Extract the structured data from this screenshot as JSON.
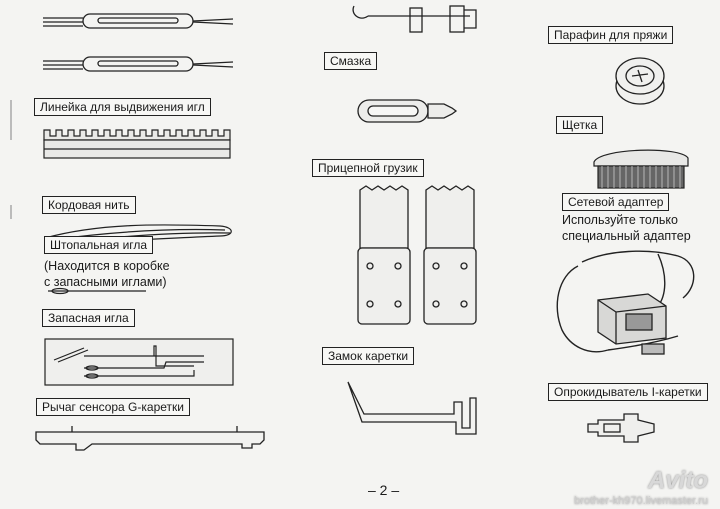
{
  "items": {
    "needle_pusher": "Линейка для выдвижения игл",
    "cord": "Кордовая нить",
    "darning_needle": "Штопальная игла",
    "darning_note_1": "(Находится в коробке",
    "darning_note_2": "с запасными иглами)",
    "spare_needle": "Запасная игла",
    "g_lever": "Рычаг сенсора G-каретки",
    "lubricant": "Смазка",
    "claw_weight": "Прицепной грузик",
    "carriage_lock": "Замок каретки",
    "paraffin": "Парафин для пряжи",
    "brush": "Щетка",
    "adapter": "Сетевой адаптер",
    "adapter_note_1": "Используйте только",
    "adapter_note_2": "специальный адаптер",
    "tipper": "Опрокидыватель I-каретки"
  },
  "page_number": "– 2 –",
  "watermark": {
    "brand": "Avito",
    "source": "brother-kh970.livemaster.ru"
  }
}
